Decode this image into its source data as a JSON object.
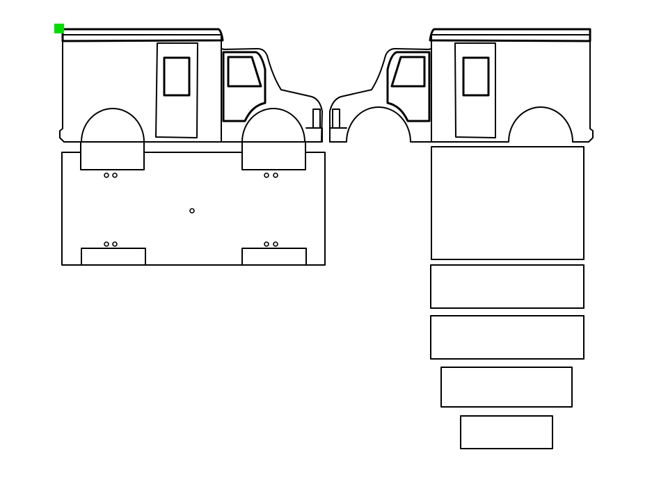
{
  "template": {
    "subject": "truck",
    "parts": [
      "left-side-panel",
      "right-side-panel",
      "base-plate",
      "roof-panel",
      "front-panel",
      "rear-panel",
      "hood-panel",
      "windshield-panel"
    ]
  },
  "colors": {
    "stroke": "#000000",
    "background": "#ffffff",
    "origin_marker": "#00dd00"
  }
}
